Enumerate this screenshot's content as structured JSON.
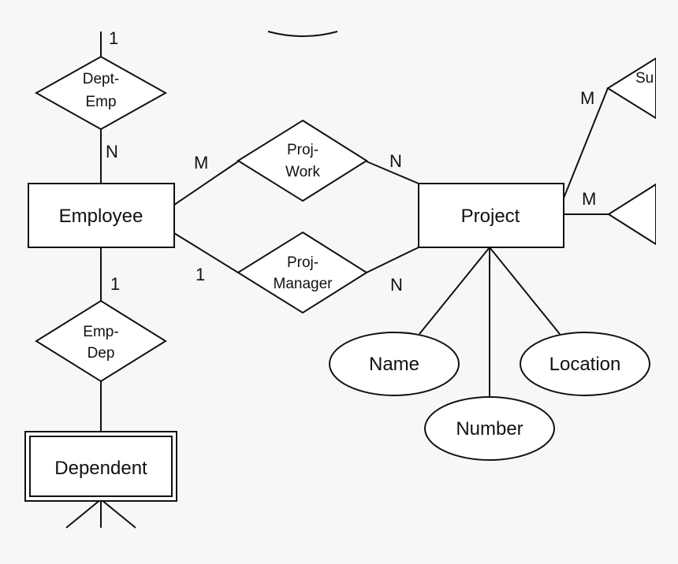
{
  "diagram": {
    "entities": {
      "employee": "Employee",
      "project": "Project",
      "dependent": "Dependent"
    },
    "relationships": {
      "dept_emp": [
        "Dept-",
        "Emp"
      ],
      "proj_work": [
        "Proj-",
        "Work"
      ],
      "proj_manager": [
        "Proj-",
        "Manager"
      ],
      "emp_dep": [
        "Emp-",
        "Dep"
      ],
      "partial_top_right": "Su"
    },
    "attributes": {
      "name": "Name",
      "number": "Number",
      "location": "Location"
    },
    "cardinalities": {
      "dept_emp_top": "1",
      "dept_emp_employee": "N",
      "proj_work_employee": "M",
      "proj_work_project": "N",
      "proj_manager_employee": "1",
      "proj_manager_project": "N",
      "emp_dep_employee": "1",
      "project_upper_right": "M",
      "project_right": "M"
    }
  }
}
